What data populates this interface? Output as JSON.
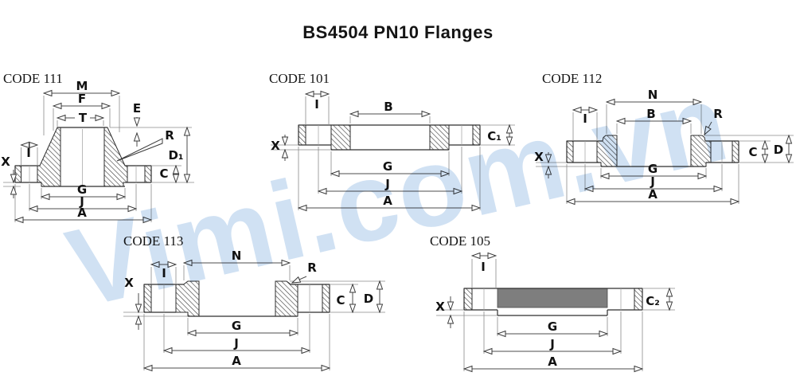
{
  "title": "BS4504 PN10 Flanges",
  "watermark": "Vimi.com.vn",
  "diagrams": [
    {
      "code": "CODE 111",
      "dims": {
        "M": "M",
        "F": "F",
        "T": "T",
        "E": "E",
        "R": "R",
        "I": "I",
        "X": "X",
        "D1": "D₁",
        "C": "C",
        "G": "G",
        "J": "J",
        "A": "A"
      }
    },
    {
      "code": "CODE 101",
      "dims": {
        "I": "I",
        "B": "B",
        "X": "X",
        "C1": "C₁",
        "G": "G",
        "J": "J",
        "A": "A"
      }
    },
    {
      "code": "CODE 112",
      "dims": {
        "N": "N",
        "B": "B",
        "I": "I",
        "R": "R",
        "X": "X",
        "C": "C",
        "D": "D",
        "G": "G",
        "J": "J",
        "A": "A"
      }
    },
    {
      "code": "CODE 113",
      "dims": {
        "N": "N",
        "I": "I",
        "R": "R",
        "X": "X",
        "C": "C",
        "D": "D",
        "G": "G",
        "J": "J",
        "A": "A"
      }
    },
    {
      "code": "CODE 105",
      "dims": {
        "I": "I",
        "X": "X",
        "C2": "C₂",
        "G": "G",
        "J": "J",
        "A": "A"
      }
    }
  ]
}
